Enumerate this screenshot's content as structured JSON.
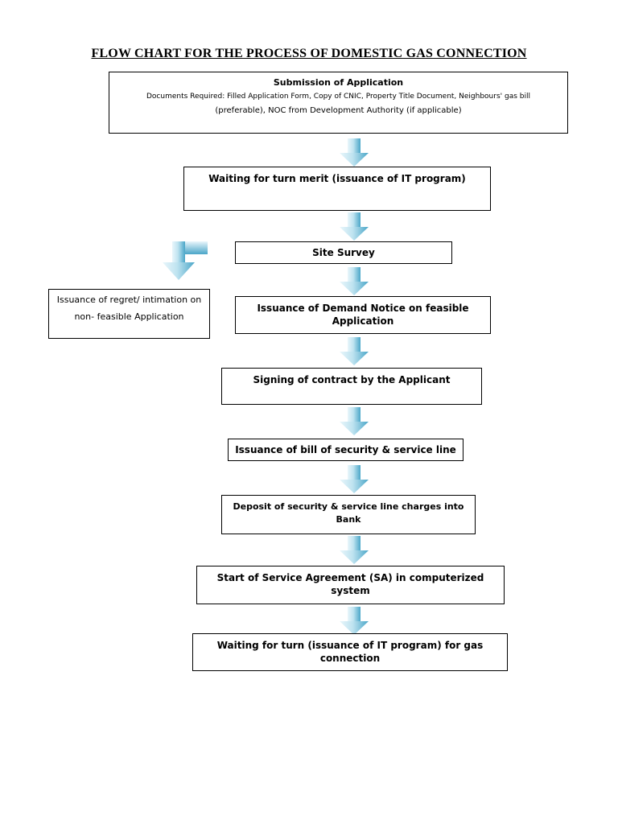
{
  "title": "FLOW CHART FOR THE PROCESS OF DOMESTIC GAS CONNECTION",
  "boxes": {
    "submission": {
      "title": "Submission of Application",
      "line1": "Documents Required: Filled Application Form, Copy of CNIC, Property Title Document, Neighbours' gas bill",
      "line2": "(preferable), NOC from Development Authority (if applicable)"
    },
    "waiting_merit": "Waiting for turn merit (issuance of IT program)",
    "site_survey": "Site Survey",
    "regret": "Issuance of regret/ intimation on non- feasible Application",
    "demand_notice": "Issuance of Demand Notice on feasible Application",
    "signing": "Signing of contract by the Applicant",
    "bill": "Issuance of bill of security & service line",
    "deposit": "Deposit of security & service line charges into Bank",
    "sa": "Start of Service Agreement (SA) in computerized system",
    "waiting_gas": "Waiting for turn (issuance of IT program) for gas connection"
  },
  "colors": {
    "arrow_light": "#dff2f8",
    "arrow_dark": "#4aa6c8",
    "border": "#000000"
  }
}
